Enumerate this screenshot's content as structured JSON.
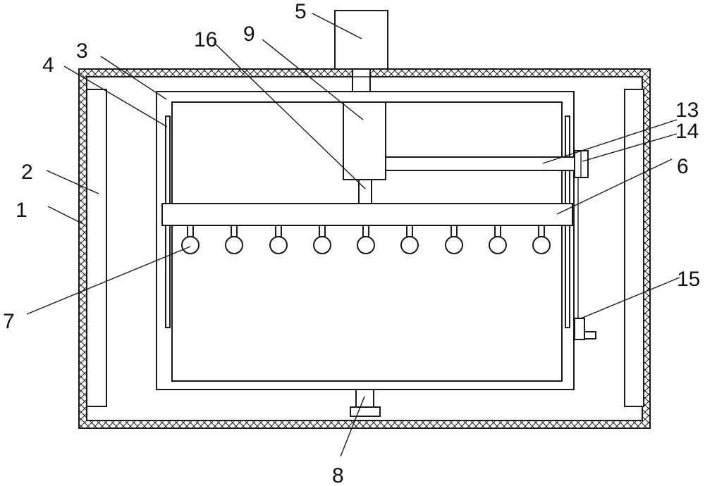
{
  "labels": {
    "l1": "1",
    "l2": "2",
    "l3": "3",
    "l4": "4",
    "l5": "5",
    "l6": "6",
    "l7": "7",
    "l8": "8",
    "l9": "9",
    "l13": "13",
    "l14": "14",
    "l15": "15",
    "l16": "16"
  },
  "colors": {
    "stroke": "#1a1a1a",
    "background": "#ffffff"
  }
}
